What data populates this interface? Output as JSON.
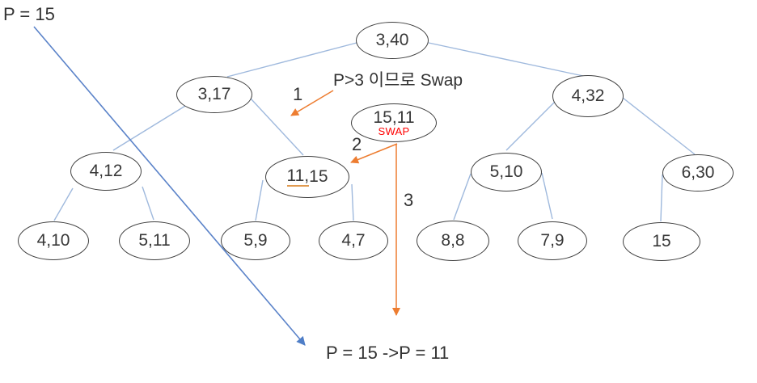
{
  "annotations": {
    "pointer_start": "P = 15",
    "swap_note": "P>3 이므로 Swap",
    "result": "P = 15 ->P = 11",
    "step_1": "1",
    "step_2": "2",
    "step_3": "3"
  },
  "tree": {
    "nodes": [
      {
        "label": "3,40"
      },
      {
        "label": "3,17"
      },
      {
        "label": "4,32"
      },
      {
        "label": "15,11",
        "tag": "SWAP"
      },
      {
        "label_underlined": "11,",
        "label_rest": "15"
      },
      {
        "label": "4,12"
      },
      {
        "label": "5,10"
      },
      {
        "label": "6,30"
      },
      {
        "label": "4,10"
      },
      {
        "label": "5,11"
      },
      {
        "label": "5,9"
      },
      {
        "label": "4,7"
      },
      {
        "label": "8,8"
      },
      {
        "label": "7,9"
      },
      {
        "label": "15"
      }
    ]
  },
  "colors": {
    "tree_edge": "#9fb9dd",
    "pointer_arrow": "#4f7ec7",
    "step_arrow": "#ED7D31",
    "swap_text": "#FF0000",
    "node_border": "#3f3f3f",
    "text": "#333333",
    "underline": "#e09a50"
  }
}
